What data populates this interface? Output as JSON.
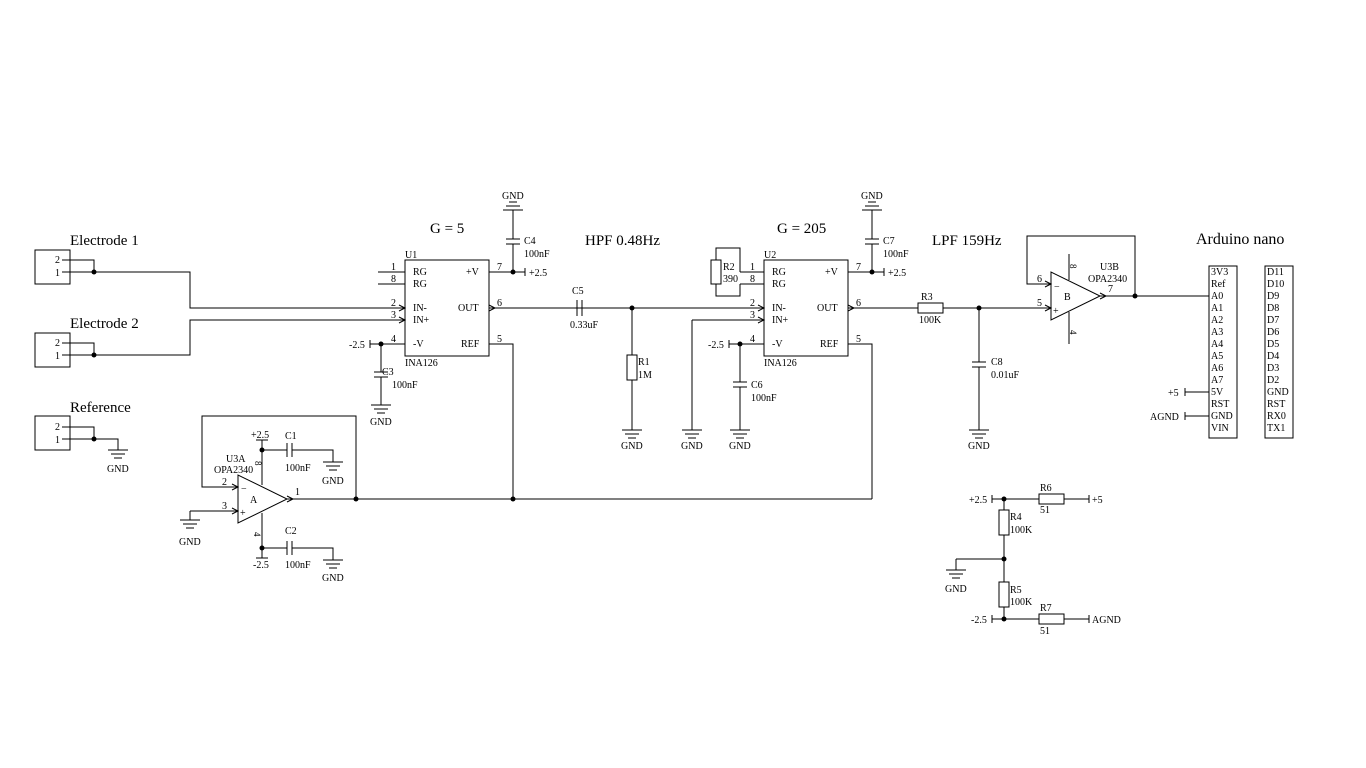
{
  "titles": {
    "electrode1": "Electrode 1",
    "electrode2": "Electrode 2",
    "reference": "Reference",
    "gain1": "G = 5",
    "hpf": "HPF 0.48Hz",
    "gain2": "G = 205",
    "lpf": "LPF 159Hz",
    "arduino": "Arduino nano"
  },
  "connectors": {
    "pin_a": "2",
    "pin_b": "1"
  },
  "u1": {
    "ref": "U1",
    "part": "INA126",
    "pins": {
      "rg1": "1",
      "rg2": "8",
      "inm": "2",
      "inp": "3",
      "vm": "4",
      "ref": "5",
      "out": "6",
      "vp": "7"
    },
    "labels": {
      "rg": "RG",
      "inm": "IN-",
      "inp": "IN+",
      "vm": "-V",
      "vp": "+V",
      "out": "OUT",
      "ref": "REF"
    }
  },
  "u2": {
    "ref": "U2",
    "part": "INA126",
    "pins": {
      "rg1": "1",
      "rg2": "8",
      "inm": "2",
      "inp": "3",
      "vm": "4",
      "ref": "5",
      "out": "6",
      "vp": "7"
    }
  },
  "u3a": {
    "ref": "U3A",
    "part": "OPA2340",
    "unit": "A",
    "pin_in_m": "2",
    "pin_in_p": "3",
    "pin_out": "1",
    "pin_vp": "8",
    "pin_vm": "4"
  },
  "u3b": {
    "ref": "U3B",
    "part": "OPA2340",
    "unit": "B",
    "pin_in_m": "6",
    "pin_in_p": "5",
    "pin_out": "7",
    "pin_vp": "8",
    "pin_vm": "4"
  },
  "components": {
    "c1": {
      "ref": "C1",
      "value": "100nF"
    },
    "c2": {
      "ref": "C2",
      "value": "100nF"
    },
    "c3": {
      "ref": "C3",
      "value": "100nF"
    },
    "c4": {
      "ref": "C4",
      "value": "100nF"
    },
    "c5": {
      "ref": "C5",
      "value": "0.33uF"
    },
    "c6": {
      "ref": "C6",
      "value": "100nF"
    },
    "c7": {
      "ref": "C7",
      "value": "100nF"
    },
    "c8": {
      "ref": "C8",
      "value": "0.01uF"
    },
    "r1": {
      "ref": "R1",
      "value": "1M"
    },
    "r2": {
      "ref": "R2",
      "value": "390"
    },
    "r3": {
      "ref": "R3",
      "value": "100K"
    },
    "r4": {
      "ref": "R4",
      "value": "100K"
    },
    "r5": {
      "ref": "R5",
      "value": "100K"
    },
    "r6": {
      "ref": "R6",
      "value": "51"
    },
    "r7": {
      "ref": "R7",
      "value": "51"
    }
  },
  "nets": {
    "gnd": "GND",
    "vpos": "+2.5",
    "vneg": "-2.5",
    "v5": "+5",
    "agnd": "AGND"
  },
  "arduino": {
    "left_pins": [
      "3V3",
      "Ref",
      "A0",
      "A1",
      "A2",
      "A3",
      "A4",
      "A5",
      "A6",
      "A7",
      "5V",
      "RST",
      "GND",
      "VIN"
    ],
    "right_pins": [
      "D11",
      "D10",
      "D9",
      "D8",
      "D7",
      "D6",
      "D5",
      "D4",
      "D3",
      "D2",
      "GND",
      "RST",
      "RX0",
      "TX1"
    ]
  }
}
